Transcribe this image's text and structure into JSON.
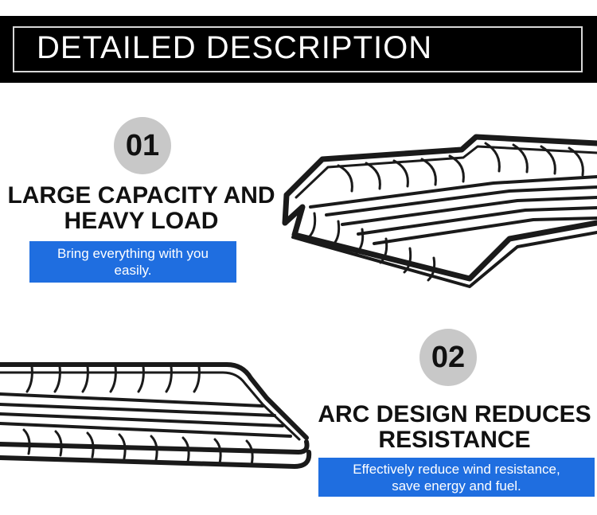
{
  "header": {
    "title": "DETAILED DESCRIPTION"
  },
  "features": [
    {
      "number": "01",
      "title_line1": "LARGE CAPACITY AND",
      "title_line2": "HEAVY LOAD",
      "desc_line1": "Bring everything with you",
      "desc_line2": "easily."
    },
    {
      "number": "02",
      "title_line1": "ARC DESIGN REDUCES",
      "title_line2": "RESISTANCE",
      "desc_line1": "Effectively reduce wind resistance,",
      "desc_line2": "save energy and fuel."
    }
  ],
  "colors": {
    "header_bg": "#000000",
    "accent_box": "#1f6ee0",
    "number_circle": "#c8c8c8"
  }
}
